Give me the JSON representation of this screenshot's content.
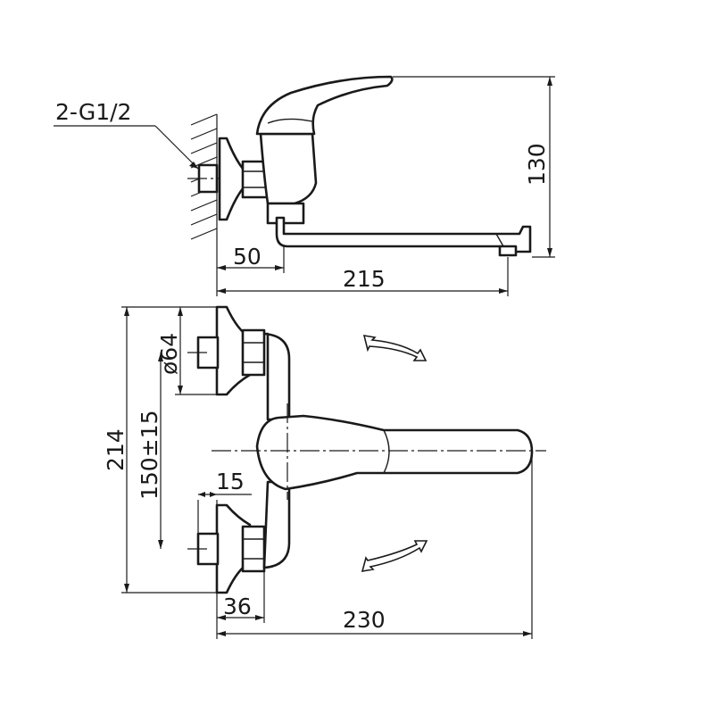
{
  "labels": {
    "connection": "2-G1/2",
    "dim_offset": "50",
    "dim_reach_side": "215",
    "dim_height": "130",
    "dim_flange_dia": "ø64",
    "dim_centers": "150±15",
    "dim_overall_height": "214",
    "dim_thread_depth": "15",
    "dim_body_width": "36",
    "dim_reach_top": "230"
  },
  "colors": {
    "line": "#1a1a1a",
    "background": "#ffffff"
  },
  "icons": [
    "rotation-arrow-icon"
  ]
}
